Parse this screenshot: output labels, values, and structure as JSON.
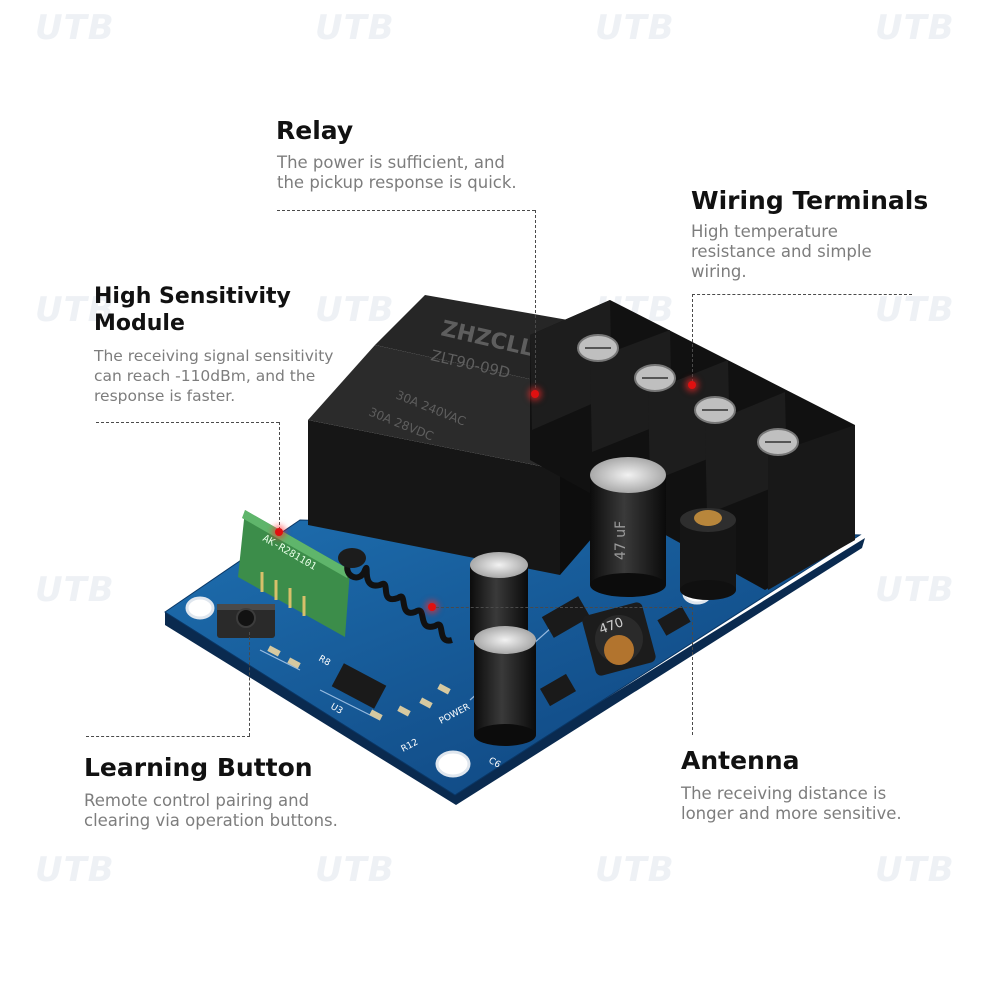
{
  "watermark": "UTB",
  "callouts": {
    "relay": {
      "title": "Relay",
      "desc_lines": [
        "The power is sufficient,  and",
        "the pickup response is quick."
      ]
    },
    "wiring": {
      "title": "Wiring Terminals",
      "desc_lines": [
        "High temperature",
        "resistance and simple",
        "wiring."
      ]
    },
    "module": {
      "title_lines": [
        "High Sensitivity",
        "Module"
      ],
      "desc_lines": [
        "The receiving signal sensitivity",
        "can reach -110dBm, and the",
        "response is faster."
      ]
    },
    "learning": {
      "title": "Learning Button",
      "desc_lines": [
        "Remote control pairing and",
        "clearing via operation buttons."
      ]
    },
    "antenna": {
      "title": "Antenna",
      "desc_lines": [
        "The receiving distance is",
        "longer and more sensitive."
      ]
    }
  },
  "relay_marking": {
    "brand": "ZHZCLL",
    "model": "ZLT90-09D",
    "rating1": "30A  240VAC",
    "rating2": "30A  28VDC"
  },
  "capacitor_marking": "47  uF",
  "inductor_marking": "470",
  "board_labels": {
    "power": "POWER",
    "c6": "C6",
    "r12": "R12",
    "u3": "U3",
    "r8": "R8"
  }
}
